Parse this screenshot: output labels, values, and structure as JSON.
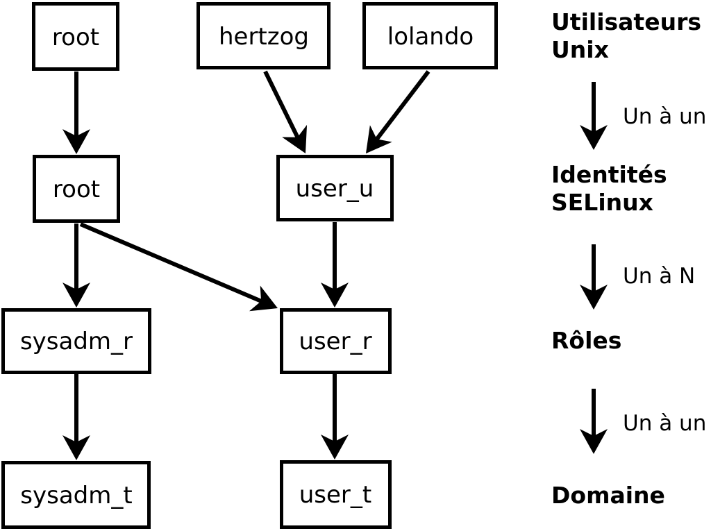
{
  "nodes": {
    "unix_root": "root",
    "unix_hertzog": "hertzog",
    "unix_lolando": "lolando",
    "selinux_root": "root",
    "selinux_user_u": "user_u",
    "role_sysadm_r": "sysadm_r",
    "role_user_r": "user_r",
    "domain_sysadm_t": "sysadm_t",
    "domain_user_t": "user_t"
  },
  "legend": {
    "users_line1": "Utilisateurs",
    "users_line2": "Unix",
    "map_users_to_identities": "Un à un",
    "identities_line1": "Identités",
    "identities_line2": "SELinux",
    "map_identities_to_roles": "Un à N",
    "roles": "Rôles",
    "map_roles_to_domain": "Un à un",
    "domain": "Domaine"
  },
  "colors": {
    "foreground": "#000000",
    "background": "#ffffff"
  }
}
